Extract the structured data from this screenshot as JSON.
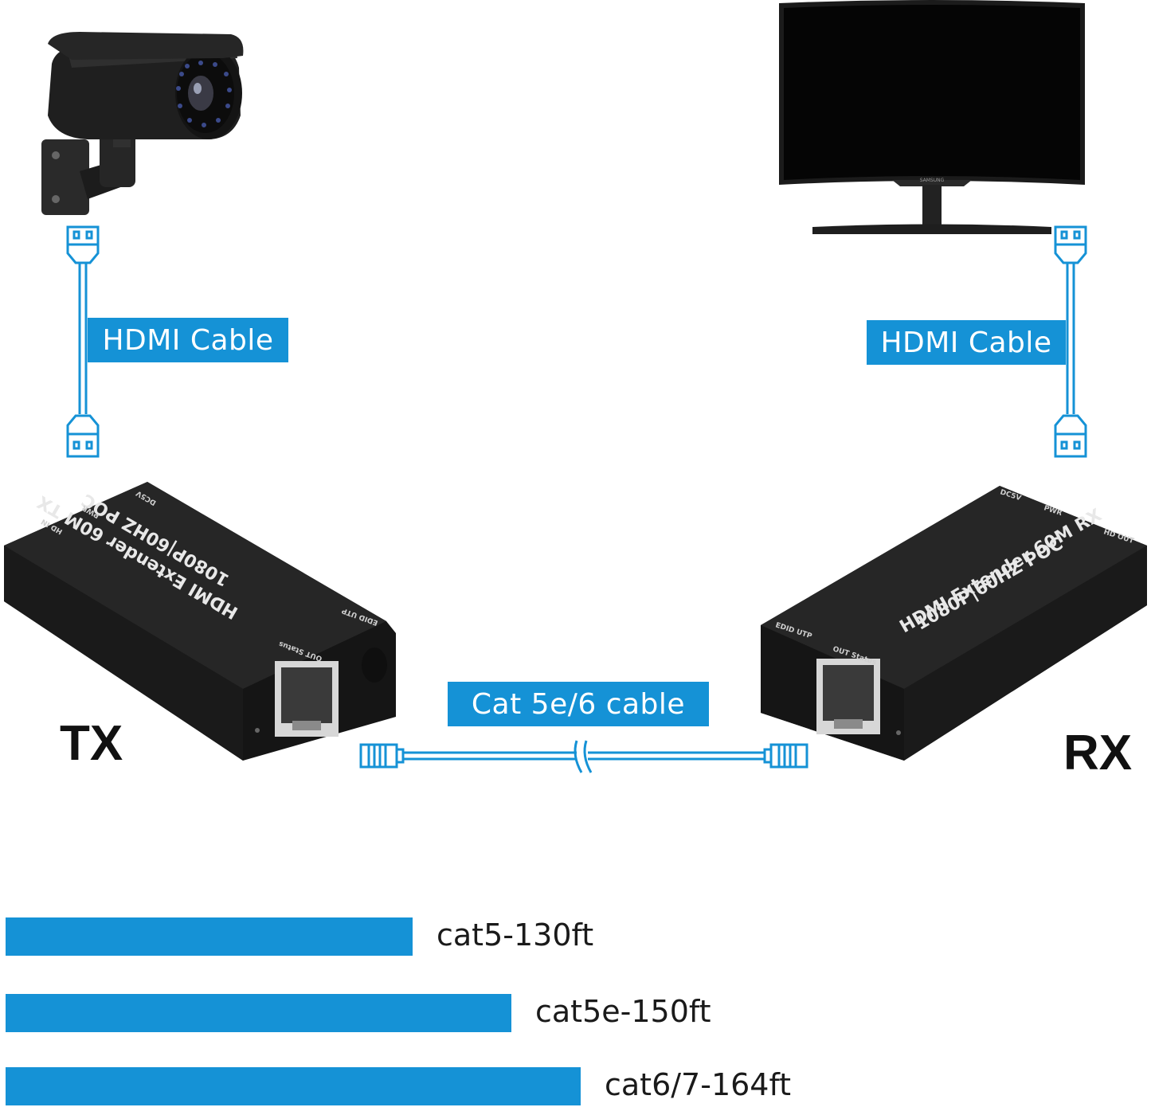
{
  "tx_label": "TX",
  "rx_label": "RX",
  "hdmi_cable_left": "HDMI Cable",
  "hdmi_cable_right": "HDMI Cable",
  "lan_cable": "Cat 5e/6 cable",
  "tx_device": {
    "line1": "HDMI Extender 60M TX",
    "line2": "1080P|60HZ POC",
    "port_hdmi": "HD IN",
    "port_pwr": "PWR",
    "port_dc": "DC5V",
    "port_edid": "EDID UTP",
    "port_status": "OUT Status"
  },
  "rx_device": {
    "line1": "HDMI Extender 60M RX",
    "line2": "1080P|60HZ POC",
    "port_hdmi": "HD OUT",
    "port_pwr": "PWR",
    "port_dc": "DC5V",
    "port_edid": "EDID UTP",
    "port_status": "OUT Status"
  },
  "monitor_brand": "SAMSUNG",
  "colors": {
    "accent": "#1592d6",
    "device": "#1e1e1e"
  },
  "icons": [
    "cctv-camera-icon",
    "monitor-icon",
    "hdmi-plug-icon",
    "rj45-plug-icon"
  ],
  "chart_data": {
    "type": "bar",
    "orientation": "horizontal",
    "categories": [
      "cat5-130ft",
      "cat5e-150ft",
      "cat6/7-164ft"
    ],
    "values": [
      130,
      150,
      164
    ],
    "unit": "ft"
  }
}
